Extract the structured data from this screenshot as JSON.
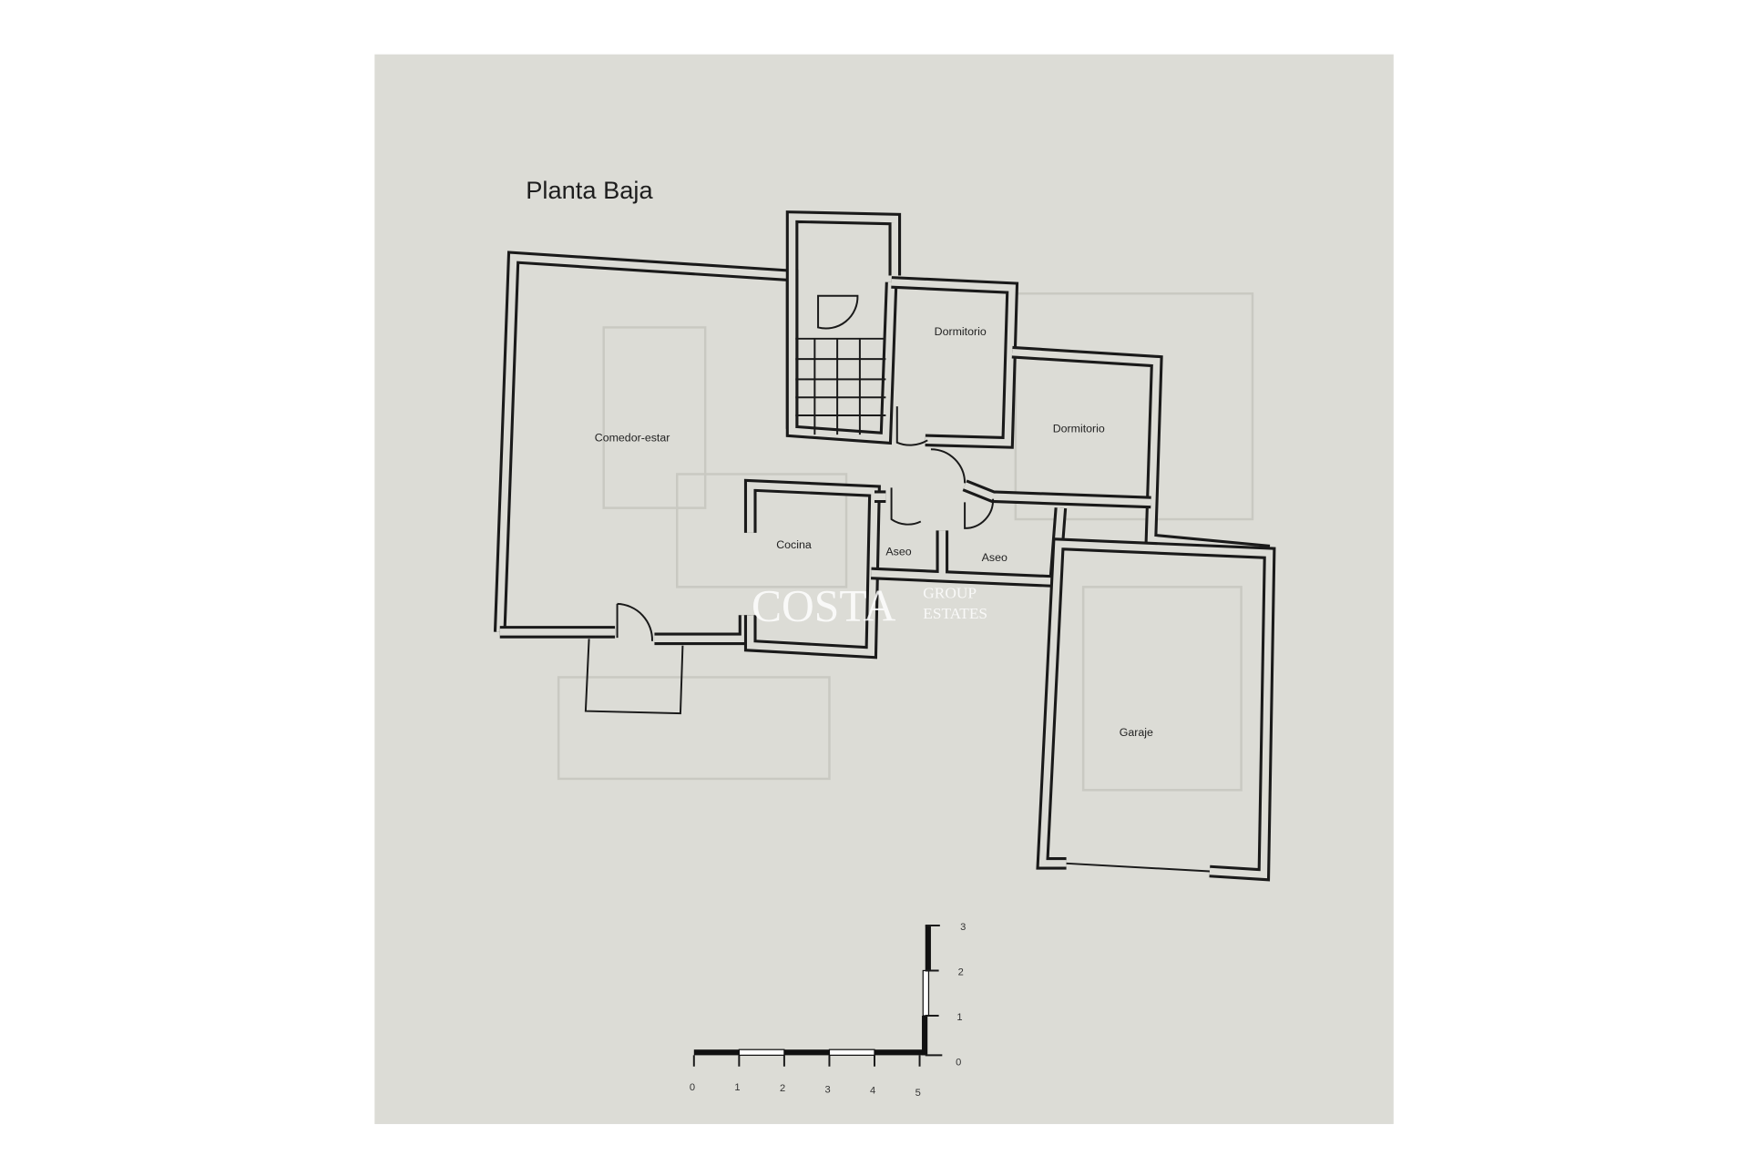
{
  "plan": {
    "title": "Planta Baja",
    "rooms": {
      "comedor": "Comedor-estar",
      "dormitorio1": "Dormitorio",
      "dormitorio2": "Dormitorio",
      "aseo1": "Aseo",
      "aseo2": "Aseo",
      "cocina": "Cocina",
      "garaje": "Garaje"
    }
  },
  "scale_bar": {
    "horizontal_ticks": [
      "0",
      "1",
      "2",
      "3",
      "4",
      "5"
    ],
    "vertical_ticks": [
      "0",
      "1",
      "2",
      "3"
    ]
  },
  "watermark": {
    "main": "COSTA",
    "top": "GROUP",
    "bottom": "ESTATES"
  },
  "colors": {
    "paper": "#dcdcd6",
    "background": "#ffffff",
    "ink": "#1a1a1a"
  }
}
